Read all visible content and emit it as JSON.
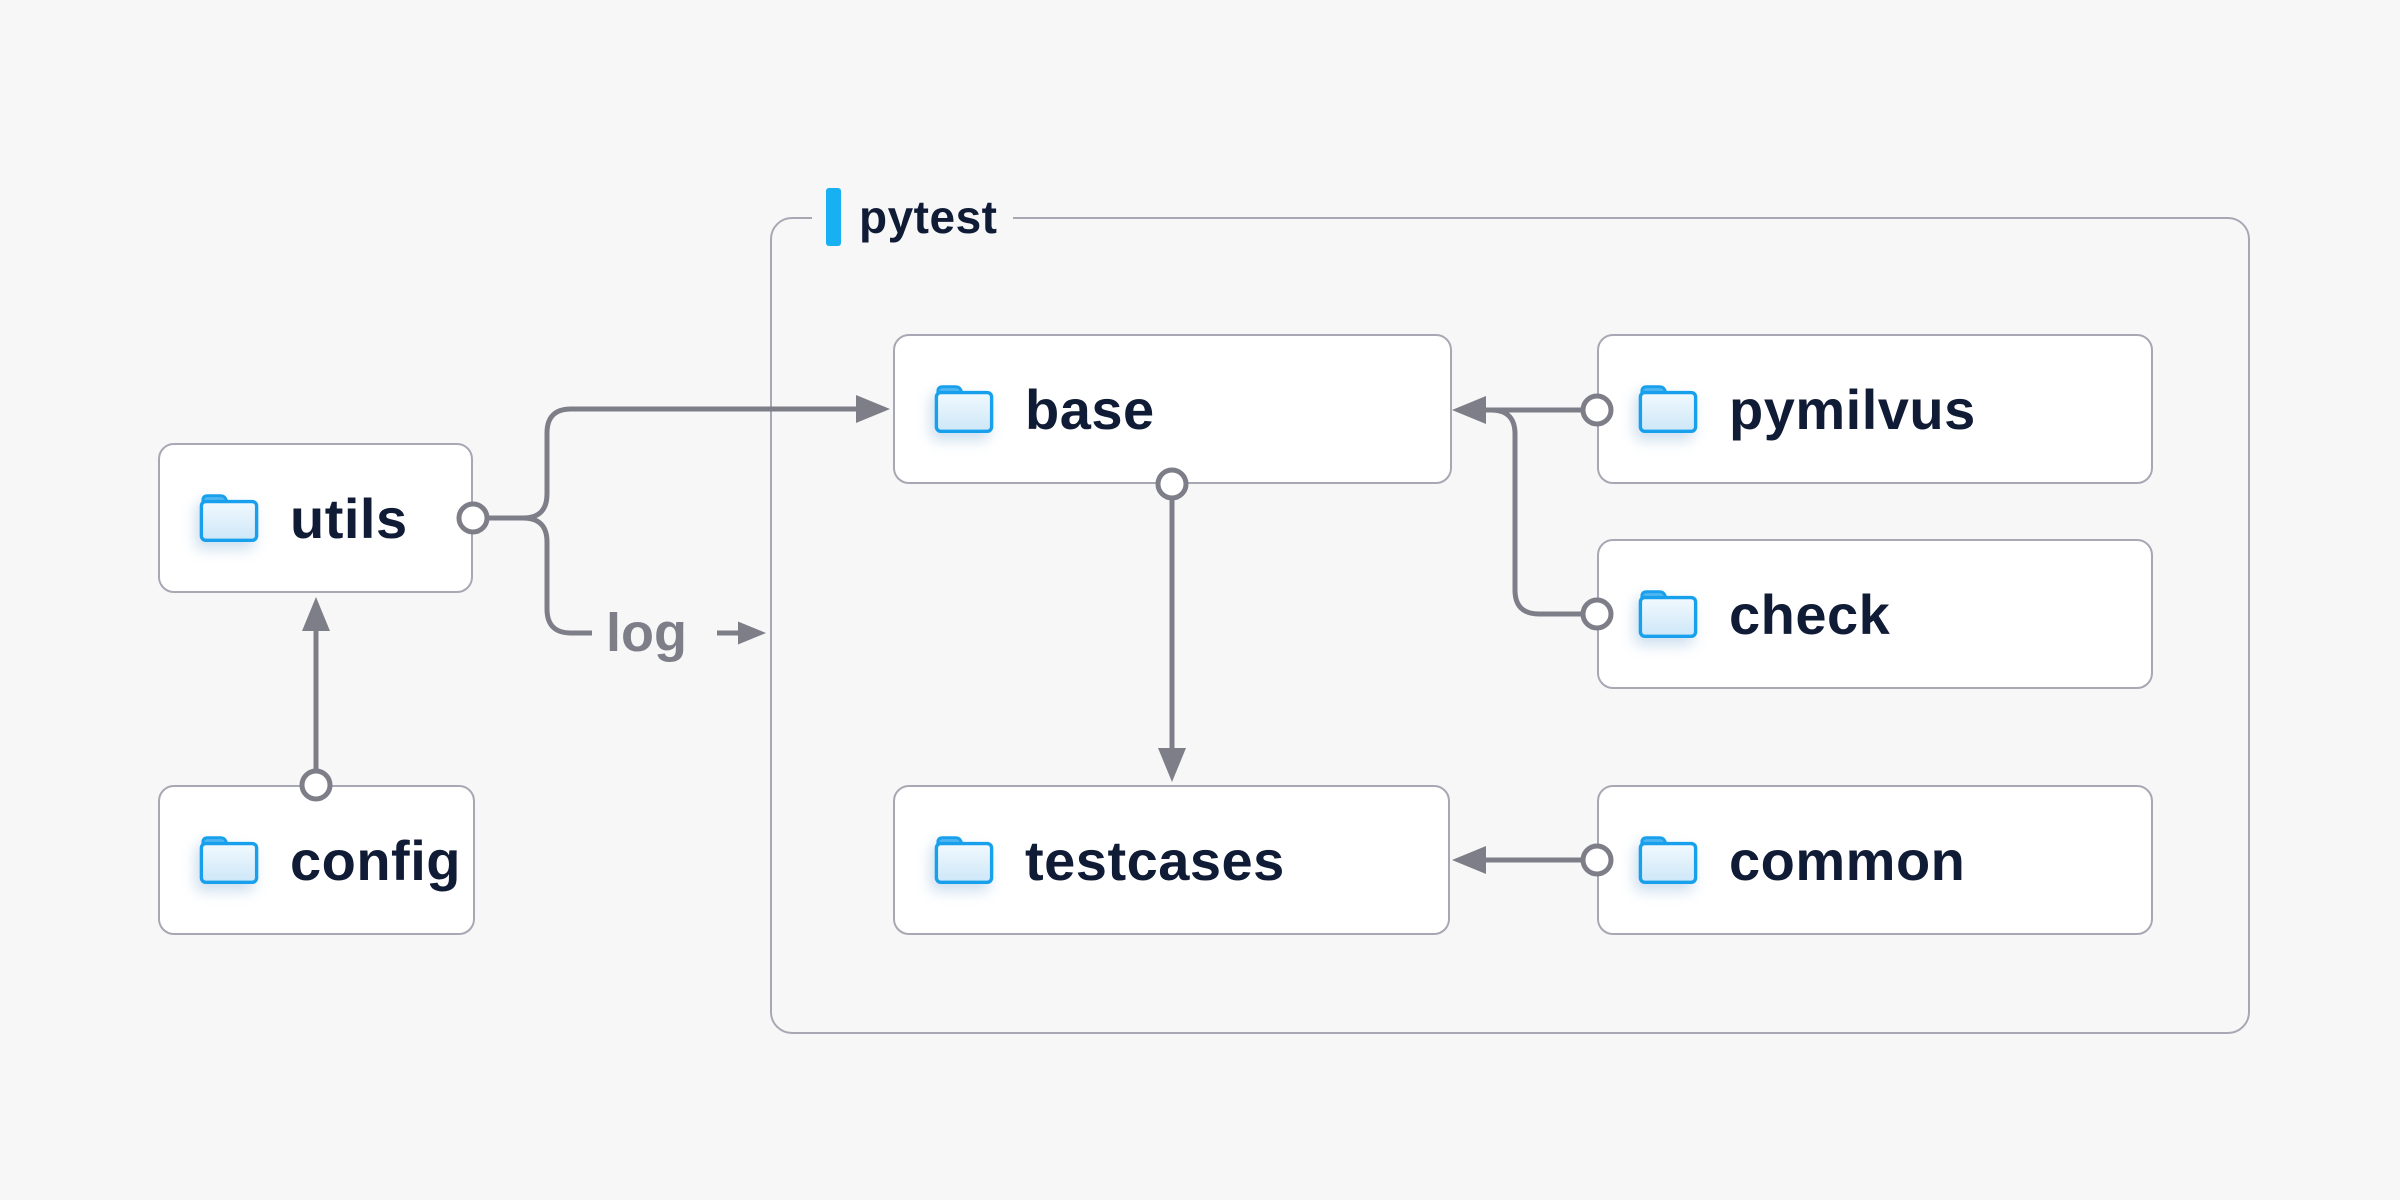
{
  "container": {
    "label": "pytest"
  },
  "nodes": [
    {
      "id": "utils",
      "label": "utils",
      "icon": "folder-icon"
    },
    {
      "id": "config",
      "label": "config",
      "icon": "folder-icon"
    },
    {
      "id": "base",
      "label": "base",
      "icon": "folder-icon"
    },
    {
      "id": "pymilvus",
      "label": "pymilvus",
      "icon": "folder-icon"
    },
    {
      "id": "check",
      "label": "check",
      "icon": "folder-icon"
    },
    {
      "id": "testcases",
      "label": "testcases",
      "icon": "folder-icon"
    },
    {
      "id": "common",
      "label": "common",
      "icon": "folder-icon"
    }
  ],
  "edges": [
    {
      "from": "utils",
      "to": "base",
      "label": ""
    },
    {
      "from": "utils",
      "to": "pytest",
      "label": "log"
    },
    {
      "from": "config",
      "to": "utils",
      "label": ""
    },
    {
      "from": "base",
      "to": "testcases",
      "label": ""
    },
    {
      "from": "pymilvus",
      "to": "base",
      "label": ""
    },
    {
      "from": "check",
      "to": "base",
      "label": ""
    },
    {
      "from": "common",
      "to": "testcases",
      "label": ""
    }
  ],
  "colors": {
    "background": "#f7f7f8",
    "node_fill": "#ffffff",
    "node_border": "#a8a8b4",
    "connector": "#7e7e89",
    "label_text": "#101b35",
    "muted_text": "#7e7e89",
    "accent_cyan": "#17b1f3",
    "folder_blue": "#18a0ed"
  }
}
